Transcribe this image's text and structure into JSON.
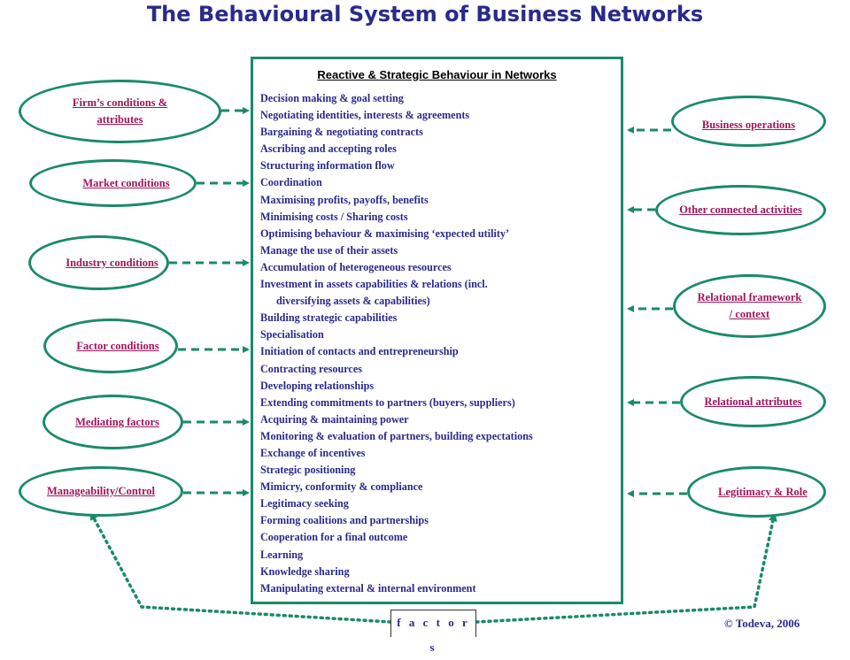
{
  "title": "The Behavioural System of Business Networks",
  "center": {
    "heading": "Reactive & Strategic Behaviour in Networks",
    "items": [
      "Decision making & goal setting",
      "Negotiating identities, interests & agreements",
      "Bargaining & negotiating contracts",
      "Ascribing and accepting roles",
      "Structuring information flow",
      "Coordination",
      "Maximising profits, payoffs, benefits",
      "Minimising costs / Sharing costs",
      "Optimising behaviour & maximising ‘expected utility’",
      "Manage the use of their assets",
      "Accumulation of heterogeneous resources",
      "Investment in assets capabilities & relations (incl.",
      "diversifying assets & capabilities)",
      "Building strategic capabilities",
      "Specialisation",
      "Initiation of contacts and entrepreneurship",
      "Contracting resources",
      "Developing relationships",
      "Extending commitments  to partners (buyers, suppliers)",
      "Acquiring & maintaining power",
      "Monitoring & evaluation of partners, building  expectations",
      "Exchange of incentives",
      "Strategic positioning",
      "Mimicry, conformity & compliance",
      "Legitimacy seeking",
      "Forming coalitions and partnerships",
      "Cooperation for a final outcome",
      "Learning",
      "Knowledge sharing",
      "Manipulating external & internal environment"
    ]
  },
  "left_factors": [
    {
      "line1": "Firm’s conditions &",
      "line2": "attributes"
    },
    {
      "line1": "Market conditions",
      "line2": ""
    },
    {
      "line1": "Industry conditions",
      "line2": ""
    },
    {
      "line1": "Factor conditions",
      "line2": ""
    },
    {
      "line1": "Mediating factors",
      "line2": ""
    },
    {
      "line1": "Manageability/Control",
      "line2": ""
    }
  ],
  "right_factors": [
    {
      "line1": "Business operations",
      "line2": ""
    },
    {
      "line1": "Other connected activities",
      "line2": ""
    },
    {
      "line1": "Relational framework",
      "line2": "/ context"
    },
    {
      "line1": "Relational attributes",
      "line2": ""
    },
    {
      "line1": "Legitimacy  & Role",
      "line2": ""
    }
  ],
  "factors_label": "f a c t o r s",
  "copyright": "© Todeva, 2006",
  "colors": {
    "title": "#2a2a8c",
    "border": "#1a8a6a",
    "factor_text": "#a0155a",
    "list_text": "#2a2a8c"
  }
}
